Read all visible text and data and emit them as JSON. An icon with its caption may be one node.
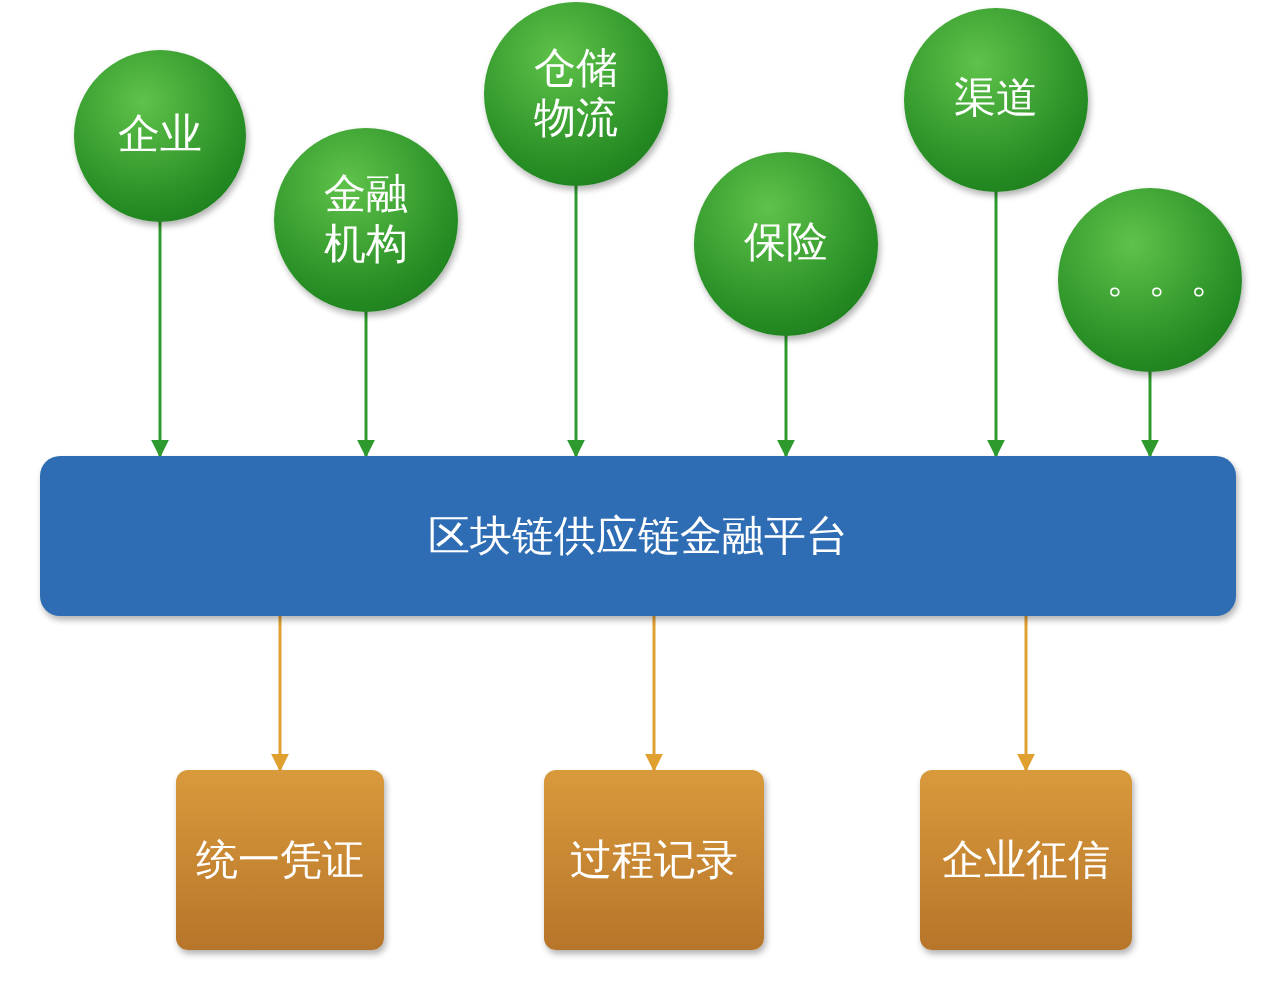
{
  "diagram": {
    "nodes": [
      {
        "text": [
          "企业"
        ]
      },
      {
        "text": [
          "金融机构"
        ]
      },
      {
        "text": [
          "仓储物流"
        ]
      },
      {
        "text": [
          "保险"
        ]
      },
      {
        "text": [
          "渠道"
        ]
      },
      {
        "text": [
          "。。。"
        ]
      },
      {
        "text": [
          "区块链供应链金融平台"
        ]
      },
      {
        "text": [
          "统一凭证"
        ]
      },
      {
        "text": [
          "过程记录"
        ]
      },
      {
        "text": [
          "企业征信"
        ]
      }
    ],
    "edges": [
      {
        "from": 0,
        "to": 6,
        "arrow": "to"
      },
      {
        "from": 1,
        "to": 6,
        "arrow": "to"
      },
      {
        "from": 2,
        "to": 6,
        "arrow": "to"
      },
      {
        "from": 3,
        "to": 6,
        "arrow": "to"
      },
      {
        "from": 4,
        "to": 6,
        "arrow": "to"
      },
      {
        "from": 5,
        "to": 6,
        "arrow": "to"
      },
      {
        "from": 6,
        "to": 7,
        "arrow": "to",
        "color": "#e0a030"
      },
      {
        "from": 6,
        "to": 8,
        "arrow": "to",
        "color": "#e0a030"
      },
      {
        "from": 6,
        "to": 9,
        "arrow": "to",
        "color": "#e0a030"
      }
    ]
  }
}
